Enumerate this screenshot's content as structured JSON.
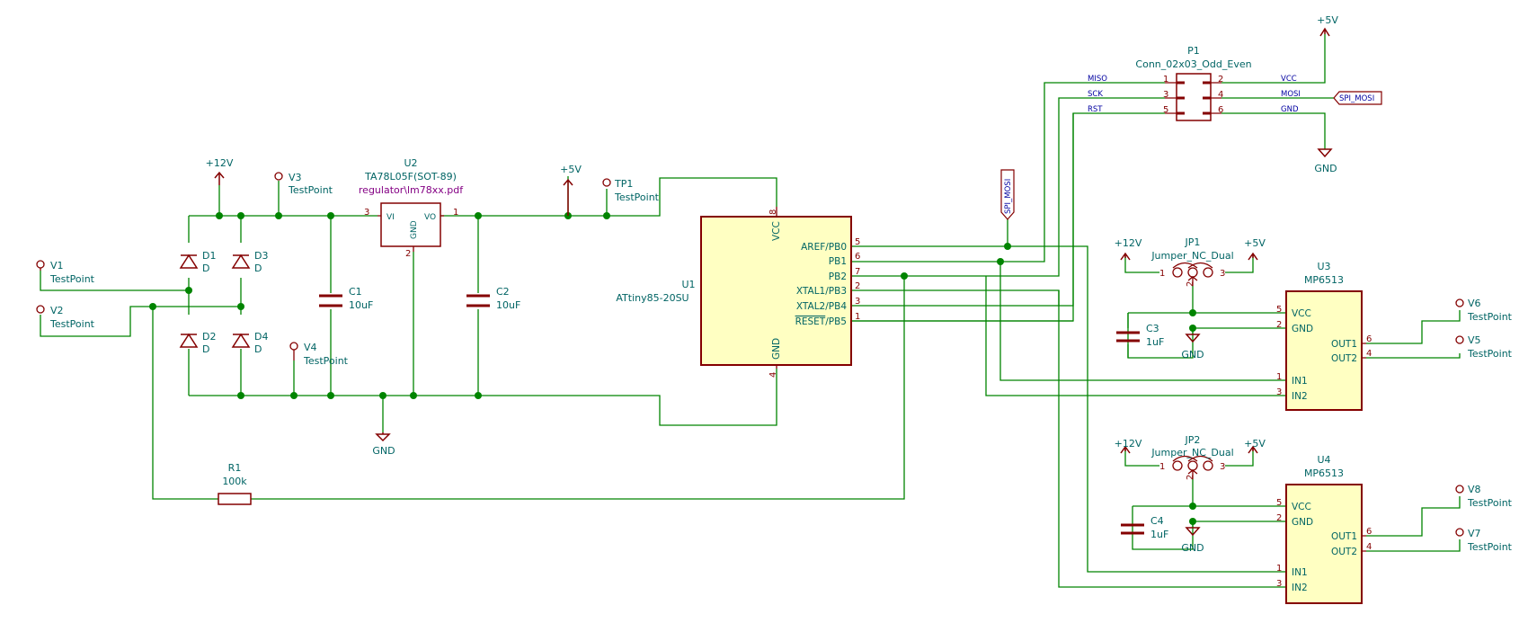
{
  "components": {
    "d1": {
      "ref": "D1",
      "value": "D"
    },
    "d2": {
      "ref": "D2",
      "value": "D"
    },
    "d3": {
      "ref": "D3",
      "value": "D"
    },
    "d4": {
      "ref": "D4",
      "value": "D"
    },
    "v1": {
      "ref": "V1",
      "value": "TestPoint"
    },
    "v2": {
      "ref": "V2",
      "value": "TestPoint"
    },
    "v3": {
      "ref": "V3",
      "value": "TestPoint"
    },
    "v4": {
      "ref": "V4",
      "value": "TestPoint"
    },
    "v5": {
      "ref": "V5",
      "value": "TestPoint"
    },
    "v6": {
      "ref": "V6",
      "value": "TestPoint"
    },
    "v7": {
      "ref": "V7",
      "value": "TestPoint"
    },
    "v8": {
      "ref": "V8",
      "value": "TestPoint"
    },
    "tp1": {
      "ref": "TP1",
      "value": "TestPoint"
    },
    "c1": {
      "ref": "C1",
      "value": "10uF"
    },
    "c2": {
      "ref": "C2",
      "value": "10uF"
    },
    "c3": {
      "ref": "C3",
      "value": "1uF"
    },
    "c4": {
      "ref": "C4",
      "value": "1uF"
    },
    "r1": {
      "ref": "R1",
      "value": "100k"
    },
    "u2": {
      "ref": "U2",
      "value": "TA78L05F(SOT-89)",
      "doc": "regulator\\lm78xx.pdf",
      "pin_vi": "VI",
      "pin_vo": "VO",
      "pin_gnd": "GND",
      "num_vi": "3",
      "num_vo": "1",
      "num_gnd": "2"
    },
    "u1": {
      "ref": "U1",
      "value": "ATtiny85-20SU",
      "pins": {
        "vcc": "VCC",
        "gnd": "GND",
        "pb0": "AREF/PB0",
        "pb1": "PB1",
        "pb2": "PB2",
        "pb3": "XTAL1/PB3",
        "pb4": "XTAL2/PB4",
        "pb5_over": "RESET",
        "pb5_rest": "/PB5"
      },
      "nums": {
        "vcc": "8",
        "gnd": "4",
        "pb0": "5",
        "pb1": "6",
        "pb2": "7",
        "pb3": "2",
        "pb4": "3",
        "pb5": "1"
      }
    },
    "p1": {
      "ref": "P1",
      "value": "Conn_02x03_Odd_Even",
      "nums": [
        "1",
        "2",
        "3",
        "4",
        "5",
        "6"
      ],
      "labels": {
        "miso": "MISO",
        "vcc": "VCC",
        "sck": "SCK",
        "mosi": "MOSI",
        "rst": "RST",
        "gnd": "GND"
      }
    },
    "jp1": {
      "ref": "JP1",
      "value": "Jumper_NC_Dual",
      "n1": "1",
      "n2": "2",
      "n3": "3"
    },
    "jp2": {
      "ref": "JP2",
      "value": "Jumper_NC_Dual",
      "n1": "1",
      "n2": "2",
      "n3": "3"
    },
    "u3": {
      "ref": "U3",
      "value": "MP6513",
      "pins": {
        "vcc": "VCC",
        "gnd": "GND",
        "in1": "IN1",
        "in2": "IN2",
        "out1": "OUT1",
        "out2": "OUT2"
      },
      "nums": {
        "vcc": "5",
        "gnd": "2",
        "in1": "1",
        "in2": "3",
        "out1": "6",
        "out2": "4"
      }
    },
    "u4": {
      "ref": "U4",
      "value": "MP6513",
      "pins": {
        "vcc": "VCC",
        "gnd": "GND",
        "in1": "IN1",
        "in2": "IN2",
        "out1": "OUT1",
        "out2": "OUT2"
      },
      "nums": {
        "vcc": "5",
        "gnd": "2",
        "in1": "1",
        "in2": "3",
        "out1": "6",
        "out2": "4"
      }
    }
  },
  "power": {
    "p12v": "+12V",
    "p5v": "+5V",
    "gnd": "GND"
  },
  "global_label": "SPI_MOSI",
  "colors": {
    "wire": "#008400",
    "symbol": "#840000",
    "body_fill": "#ffffc2",
    "text": "#006464",
    "label": "#0000a0",
    "doc": "#840084"
  }
}
